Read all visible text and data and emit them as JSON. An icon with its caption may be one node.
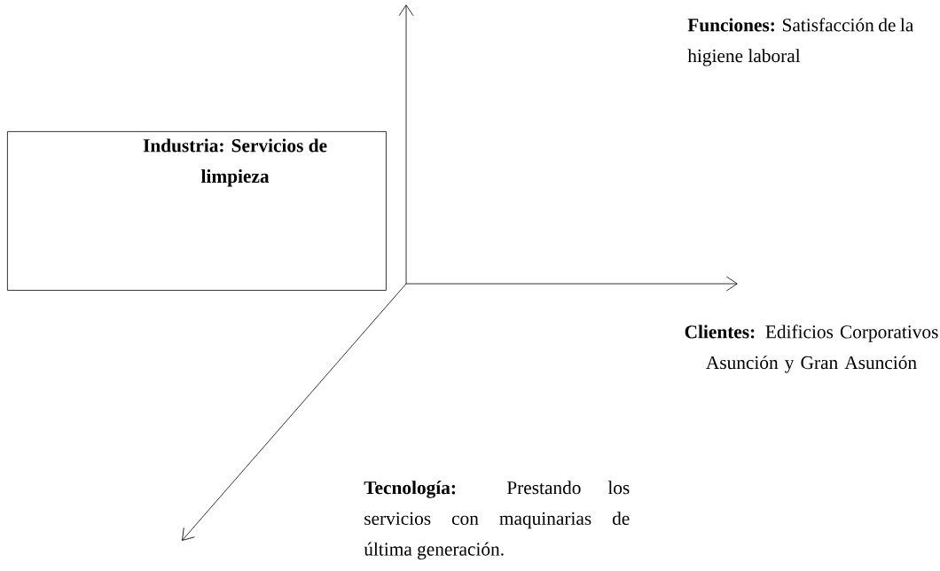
{
  "diagram": {
    "nodes": [
      {
        "text": [
          "Industria: Servicios de limpieza"
        ]
      }
    ],
    "labels": [
      "**Funciones:** Satisfacción de la higiene laboral",
      "**Clientes:** Edificios Corporativos Asunción y Gran Asunción",
      "**Tecnología:** Prestando los servicios con maquinarias de última generación."
    ]
  }
}
